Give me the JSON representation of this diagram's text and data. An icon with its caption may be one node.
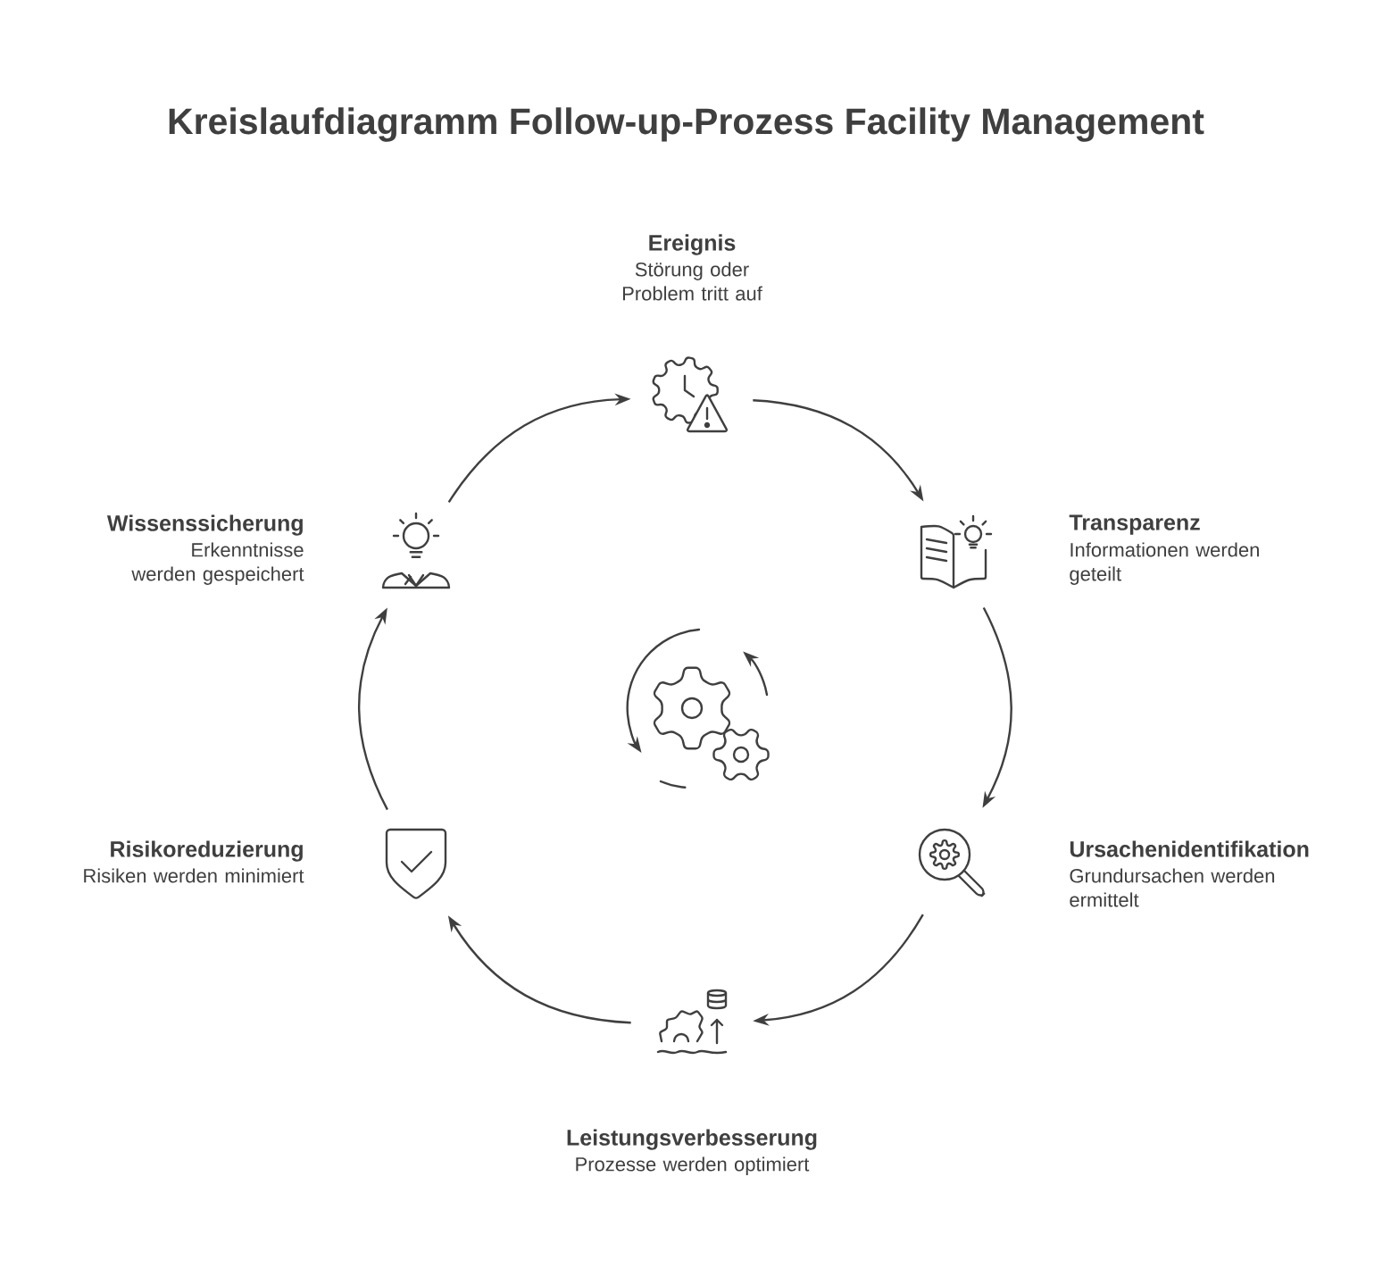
{
  "diagram": {
    "title": "Kreislaufdiagramm Follow-up-Prozess Facility Management",
    "nodes": [
      {
        "text": [
          "Ereignis",
          "Störung oder Problem tritt auf"
        ]
      },
      {
        "text": [
          "Transparenz",
          "Informationen werden geteilt"
        ]
      },
      {
        "text": [
          "Ursachenidentifikation",
          "Grundursachen werden ermittelt"
        ]
      },
      {
        "text": [
          "Leistungsverbesserung",
          "Prozesse werden optimiert"
        ]
      },
      {
        "text": [
          "Risikoreduzierung",
          "Risiken werden minimiert"
        ]
      },
      {
        "text": [
          "Wissenssicherung",
          "Erkenntnisse werden gespeichert"
        ]
      }
    ],
    "edges": [
      {
        "from": 0,
        "to": 1,
        "arrow": "to"
      },
      {
        "from": 1,
        "to": 2,
        "arrow": "to"
      },
      {
        "from": 2,
        "to": 3,
        "arrow": "to"
      },
      {
        "from": 3,
        "to": 4,
        "arrow": "to"
      },
      {
        "from": 4,
        "to": 5,
        "arrow": "to"
      },
      {
        "from": 5,
        "to": 0,
        "arrow": "to"
      }
    ]
  }
}
